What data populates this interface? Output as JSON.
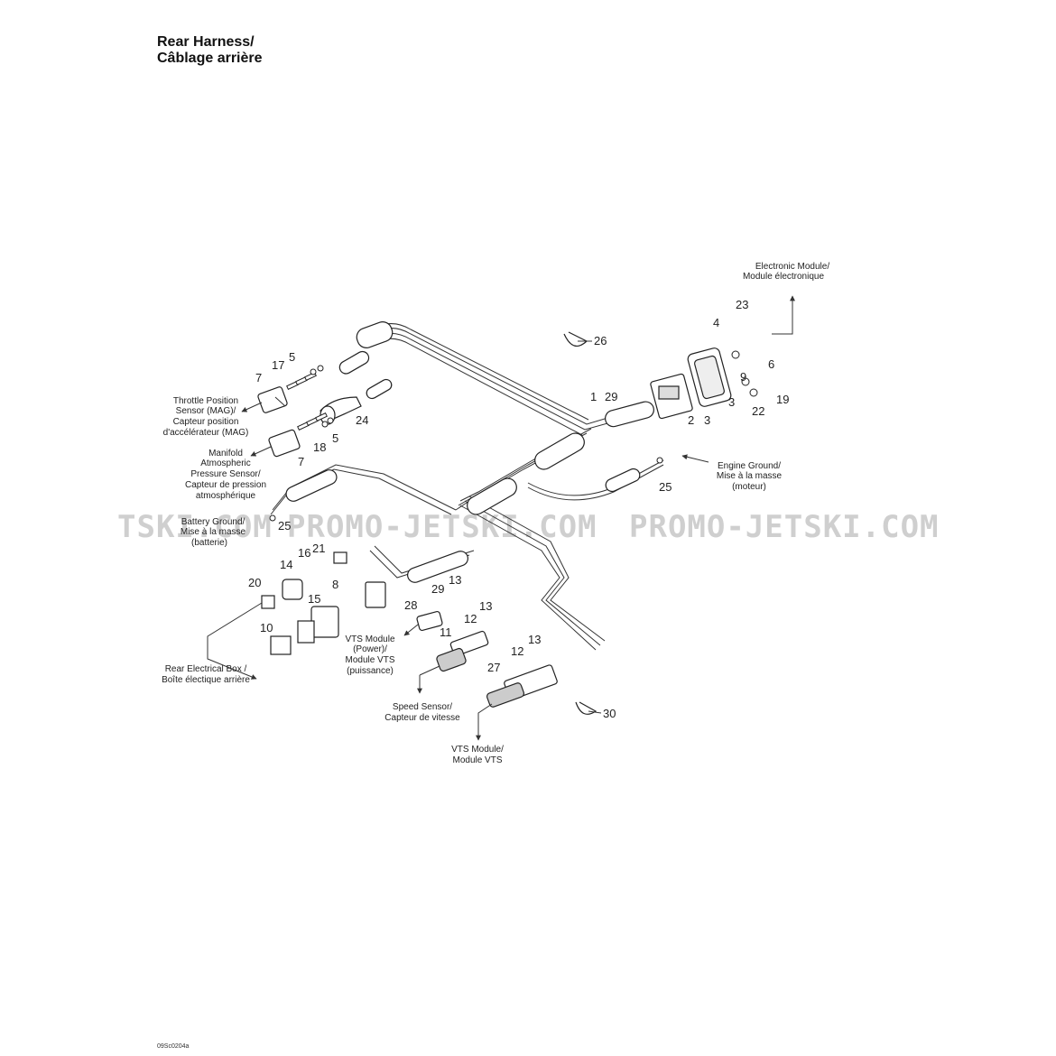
{
  "title": {
    "line1": "Rear Harness/",
    "line2": "Câblage arrière"
  },
  "watermarks": [
    "TSKI.COM",
    "PROMO-JETSKI.COM",
    "PROMO-JETSKI.COM"
  ],
  "callouts": {
    "c1": "1",
    "c29a": "29",
    "c2": "2",
    "c3a": "3",
    "c3b": "3",
    "c4": "4",
    "c5a": "5",
    "c5b": "5",
    "c6": "6",
    "c7a": "7",
    "c7b": "7",
    "c8": "8",
    "c9": "9",
    "c10": "10",
    "c11": "11",
    "c12a": "12",
    "c12b": "12",
    "c13a": "13",
    "c13b": "13",
    "c13c": "13",
    "c14": "14",
    "c15": "15",
    "c16": "16",
    "c17": "17",
    "c18": "18",
    "c19": "19",
    "c20": "20",
    "c21": "21",
    "c22": "22",
    "c23": "23",
    "c24": "24",
    "c25a": "25",
    "c25b": "25",
    "c26": "26",
    "c27": "27",
    "c28": "28",
    "c29b": "29",
    "c30": "30"
  },
  "labels": {
    "electronic_module": [
      "Electronic Module/",
      "Module électronique"
    ],
    "throttle": [
      "Throttle Position",
      "Sensor (MAG)/",
      "Capteur position",
      "d'accélérateur (MAG)"
    ],
    "manifold": [
      "Manifold",
      "Atmospheric",
      "Pressure Sensor/",
      "Capteur de pression",
      "atmosphérique"
    ],
    "engine_ground": [
      "Engine Ground/",
      "Mise à la masse",
      "(moteur)"
    ],
    "battery_ground": [
      "Battery Ground/",
      "Mise à la masse",
      "(batterie)"
    ],
    "rear_box": [
      "Rear Electrical Box /",
      "Boîte électique arrière"
    ],
    "vts_power": [
      "VTS Module",
      "(Power)/",
      "Module VTS",
      "(puissance)"
    ],
    "speed_sensor": [
      "Speed Sensor/",
      "Capteur de vitesse"
    ],
    "vts_module": [
      "VTS Module/",
      "Module VTS"
    ]
  },
  "drawing_code": "09Sc0204a"
}
